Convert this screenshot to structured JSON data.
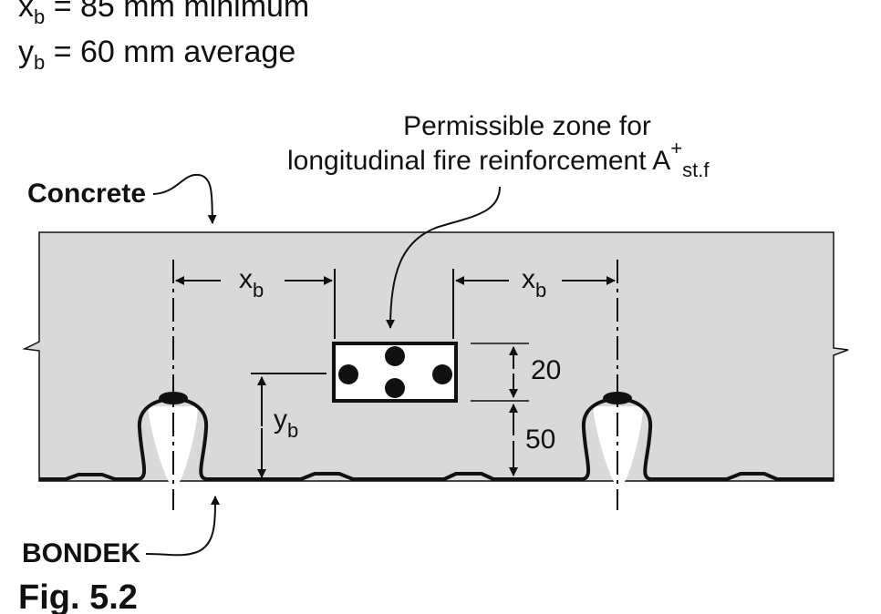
{
  "header": {
    "xb_line": {
      "var": "x",
      "sub": "b",
      "rest": " = 85 mm minimum"
    },
    "yb_line": {
      "var": "y",
      "sub": "b",
      "rest": " = 60 mm average"
    }
  },
  "labels": {
    "concrete": "Concrete",
    "bondek": "BONDEK",
    "figure": "Fig. 5.2",
    "zone_line1": "Permissible zone for",
    "zone_line2_main": "longitudinal fire reinforcement A",
    "zone_line2_sup": "+",
    "zone_line2_sub": "st.f"
  },
  "dimensions": {
    "xb_var": "x",
    "xb_sub": "b",
    "yb_var": "y",
    "yb_sub": "b",
    "top_dim": "20",
    "bottom_dim": "50"
  },
  "colors": {
    "concrete_fill": "#d9d9d9",
    "ink": "#111111"
  }
}
